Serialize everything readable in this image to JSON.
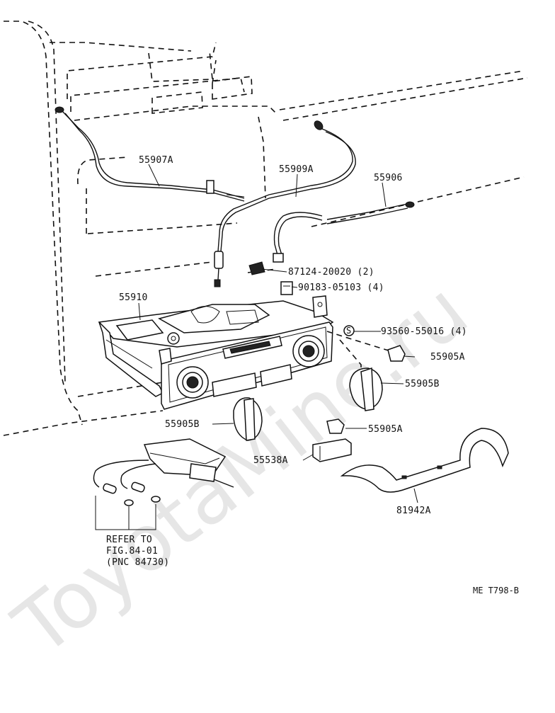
{
  "watermark": "ToyotaMine.ru",
  "labels": {
    "p55907A": "55907A",
    "p55909A": "55909A",
    "p55906": "55906",
    "p87124": "87124-20020 (2)",
    "p90183": "90183-05103 (4)",
    "p93560": "93560-55016 (4)",
    "p55910": "55910",
    "p55905A_1": "55905A",
    "p55905B_1": "55905B",
    "p55905B_2": "55905B",
    "p55905A_2": "55905A",
    "p55538A": "55538A",
    "p81942A": "81942A",
    "s_mark": "S"
  },
  "refer": {
    "line1": "REFER TO",
    "line2": "FIG.84-01",
    "line3": "(PNC 84730)"
  },
  "diagram_code": "ME T798-B"
}
